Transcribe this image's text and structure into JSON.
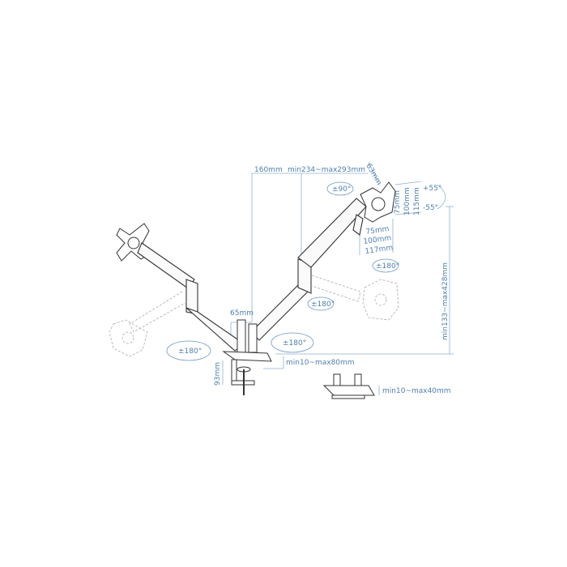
{
  "dimensions": {
    "arm_upper_offset": "160mm",
    "arm_reach": "min234~max293mm",
    "vesa_plate_depth": "63mm",
    "vesa_vertical": [
      "75mm",
      "100mm",
      "115mm"
    ],
    "vesa_horizontal": [
      "75mm",
      "100mm",
      "117mm"
    ],
    "height_range": "min133~max428mm",
    "pole_offset": "65mm",
    "clamp_range": "min10~max80mm",
    "clamp_height": "93mm",
    "grommet_range": "min10~max40mm"
  },
  "rotations": {
    "rotate_portrait": "±90°",
    "tilt_up": "+55°",
    "tilt_down": "-55°",
    "swivel_head": "±180°",
    "swivel_elbow": "±180°",
    "swivel_base_right": "±180°",
    "swivel_base_left": "±180°"
  },
  "colors": {
    "dimension": "#4f7fae",
    "line": "#333333"
  }
}
